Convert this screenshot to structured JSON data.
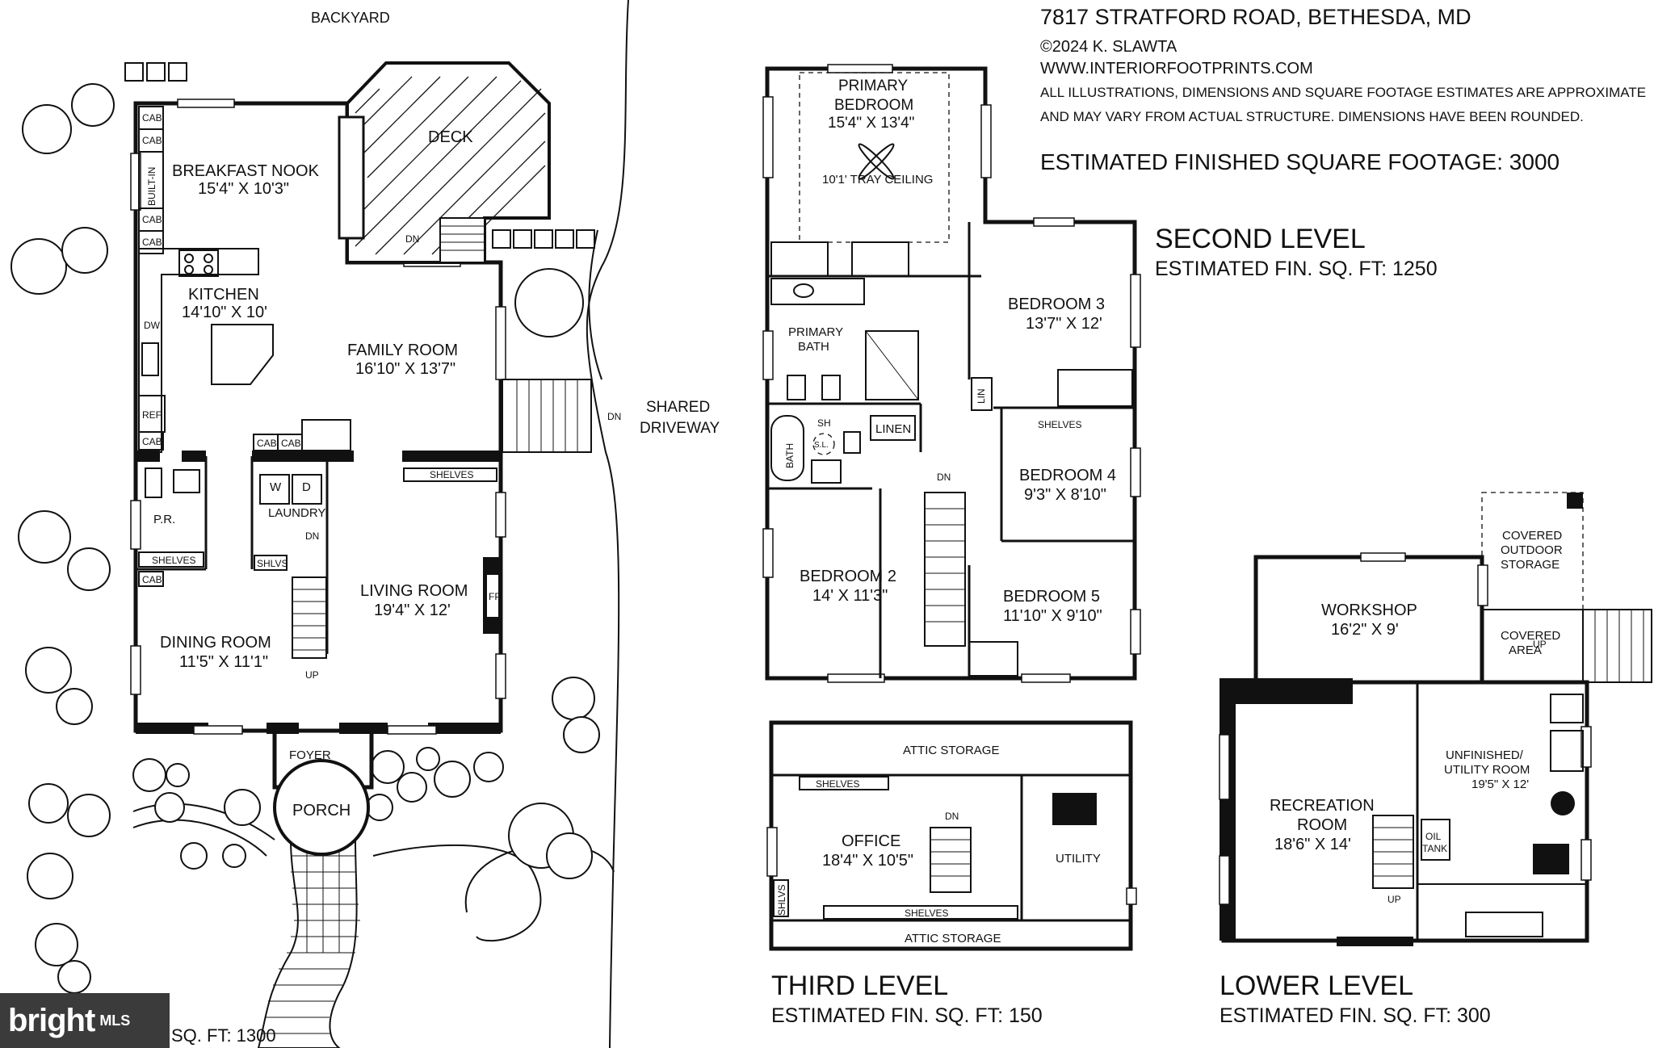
{
  "header": {
    "address": "7817 STRATFORD ROAD, BETHESDA, MD",
    "copyright": "©2024 K. SLAWTA",
    "website": "WWW.INTERIORFOOTPRINTS.COM",
    "disclaimer_1": "ALL ILLUSTRATIONS, DIMENSIONS AND SQUARE FOOTAGE ESTIMATES ARE APPROXIMATE",
    "disclaimer_2": "AND MAY VARY FROM ACTUAL STRUCTURE. DIMENSIONS HAVE BEEN ROUNDED.",
    "total_sqft": "ESTIMATED FINISHED SQUARE FOOTAGE: 3000"
  },
  "site": {
    "backyard": "BACKYARD",
    "shared_1": "SHARED",
    "shared_2": "DRIVEWAY",
    "dn": "DN"
  },
  "main_level": {
    "sqft": "SQ. FT: 1300",
    "rooms": {
      "breakfast_name": "BREAKFAST NOOK",
      "breakfast_dim": "15'4\" X 10'3\"",
      "deck": "DECK",
      "kitchen_name": "KITCHEN",
      "kitchen_dim": "14'10\" X 10'",
      "family_name": "FAMILY ROOM",
      "family_dim": "16'10\" X 13'7\"",
      "pr": "P.R.",
      "laundry": "LAUNDRY",
      "living_name": "LIVING ROOM",
      "living_dim": "19'4\" X 12'",
      "dining_name": "DINING ROOM",
      "dining_dim": "11'5\" X 11'1\"",
      "foyer": "FOYER",
      "porch": "PORCH"
    },
    "labels": {
      "cab": "CAB",
      "builtin": "BUILT-IN",
      "dw": "DW",
      "ref": "REF",
      "w": "W",
      "d": "D",
      "shelves": "SHELVES",
      "shlvs": "SHLVS",
      "fp": "FP",
      "dn": "DN",
      "up": "UP"
    }
  },
  "second_level": {
    "title": "SECOND LEVEL",
    "sqft": "ESTIMATED FIN. SQ. FT: 1250",
    "rooms": {
      "primary_1": "PRIMARY",
      "primary_2": "BEDROOM",
      "primary_dim": "15'4\" X 13'4\"",
      "tray": "10'1' TRAY CEILING",
      "pbath_1": "PRIMARY",
      "pbath_2": "BATH",
      "bed3_name": "BEDROOM 3",
      "bed3_dim": "13'7\" X 12'",
      "lin": "LIN",
      "sh": "SH",
      "sl": "S.L.",
      "linen": "LINEN",
      "shelves": "SHELVES",
      "bath": "BATH",
      "bed4_name": "BEDROOM 4",
      "bed4_dim": "9'3\" X 8'10\"",
      "dn": "DN",
      "bed2_name": "BEDROOM 2",
      "bed2_dim": "14' X 11'3\"",
      "bed5_name": "BEDROOM 5",
      "bed5_dim": "11'10\" X 9'10\""
    }
  },
  "third_level": {
    "title": "THIRD LEVEL",
    "sqft": "ESTIMATED FIN. SQ. FT: 150",
    "rooms": {
      "attic_top": "ATTIC STORAGE",
      "shelves_top": "SHELVES",
      "dn": "DN",
      "office_name": "OFFICE",
      "office_dim": "18'4\" X 10'5\"",
      "utility": "UTILITY",
      "shlvs": "SHLVS",
      "shelves_bottom": "SHELVES",
      "attic_bottom": "ATTIC STORAGE"
    }
  },
  "lower_level": {
    "title": "LOWER LEVEL",
    "sqft": "ESTIMATED FIN. SQ. FT: 300",
    "rooms": {
      "cov_storage_1": "COVERED",
      "cov_storage_2": "OUTDOOR",
      "cov_storage_3": "STORAGE",
      "workshop_name": "WORKSHOP",
      "workshop_dim": "16'2\" X 9'",
      "cov_area_1": "COVERED",
      "cov_area_2": "AREA",
      "up_out": "UP",
      "rec_1": "RECREATION",
      "rec_2": "ROOM",
      "rec_dim": "18'6\" X 14'",
      "unfin_1": "UNFINISHED/",
      "unfin_2": "UTILITY ROOM",
      "unfin_dim": "19'5\" X 12'",
      "oil_1": "OIL",
      "oil_2": "TANK",
      "up": "UP"
    }
  },
  "brand": {
    "logo": "bright",
    "mls": "MLS"
  }
}
